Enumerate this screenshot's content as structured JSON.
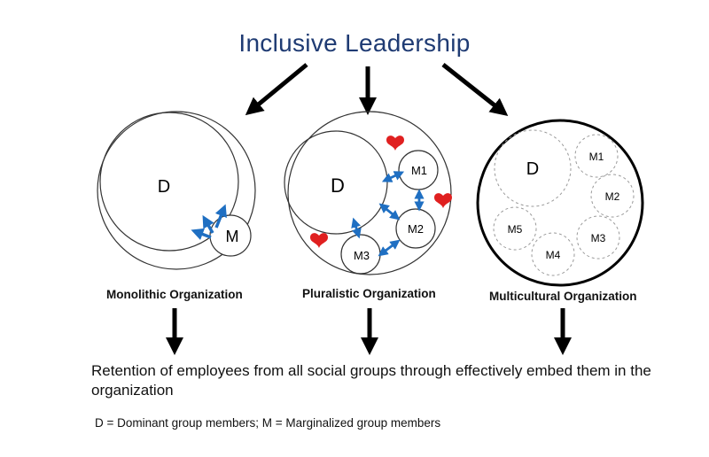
{
  "title": "Inclusive Leadership",
  "organizations": [
    {
      "label": "Monolithic Organization",
      "groups": [
        "D",
        "M"
      ]
    },
    {
      "label": "Pluralistic Organization",
      "groups": [
        "D",
        "M1",
        "M2",
        "M3"
      ]
    },
    {
      "label": "Multicultural Organization",
      "groups": [
        "D",
        "M1",
        "M2",
        "M3",
        "M4",
        "M5"
      ]
    }
  ],
  "outcome": "Retention of employees from all social groups through effectively embed them in the organization",
  "legend": "D = Dominant group members; M = Marginalized group members",
  "colors": {
    "title": "#1f3b73",
    "arrow_blue": "#1f6fc2",
    "heart": "#e02020",
    "dashed": "#9a9a9a"
  }
}
